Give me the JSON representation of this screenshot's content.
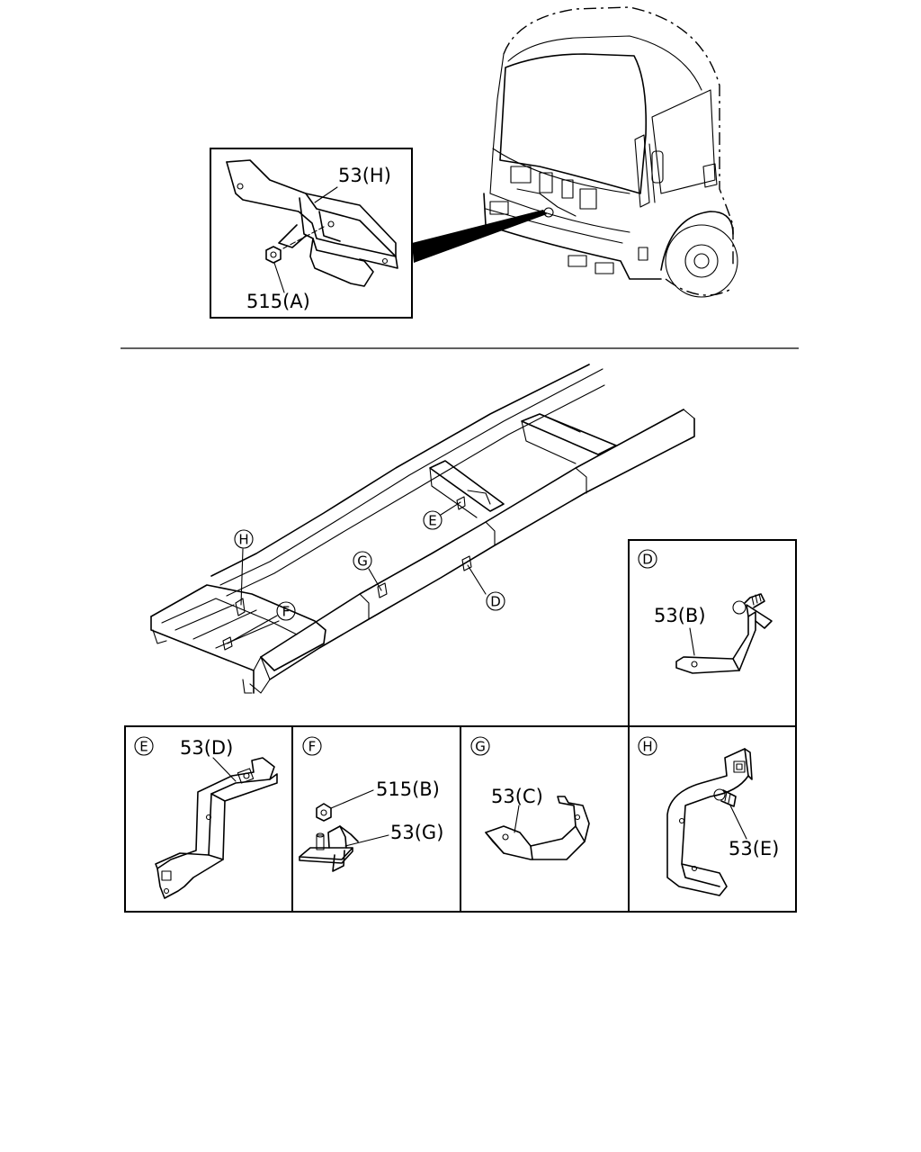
{
  "inset_top": {
    "part_bracket": "53(H)",
    "part_nut": "515(A)"
  },
  "frame_callouts": {
    "h": "H",
    "e": "E",
    "g": "G",
    "d": "D",
    "f": "F"
  },
  "panels": {
    "d": {
      "letter": "D",
      "part": "53(B)"
    },
    "e": {
      "letter": "E",
      "part": "53(D)"
    },
    "f": {
      "letter": "F",
      "part_nut": "515(B)",
      "part_bracket": "53(G)"
    },
    "g": {
      "letter": "G",
      "part": "53(C)"
    },
    "h": {
      "letter": "H",
      "part": "53(E)"
    }
  }
}
